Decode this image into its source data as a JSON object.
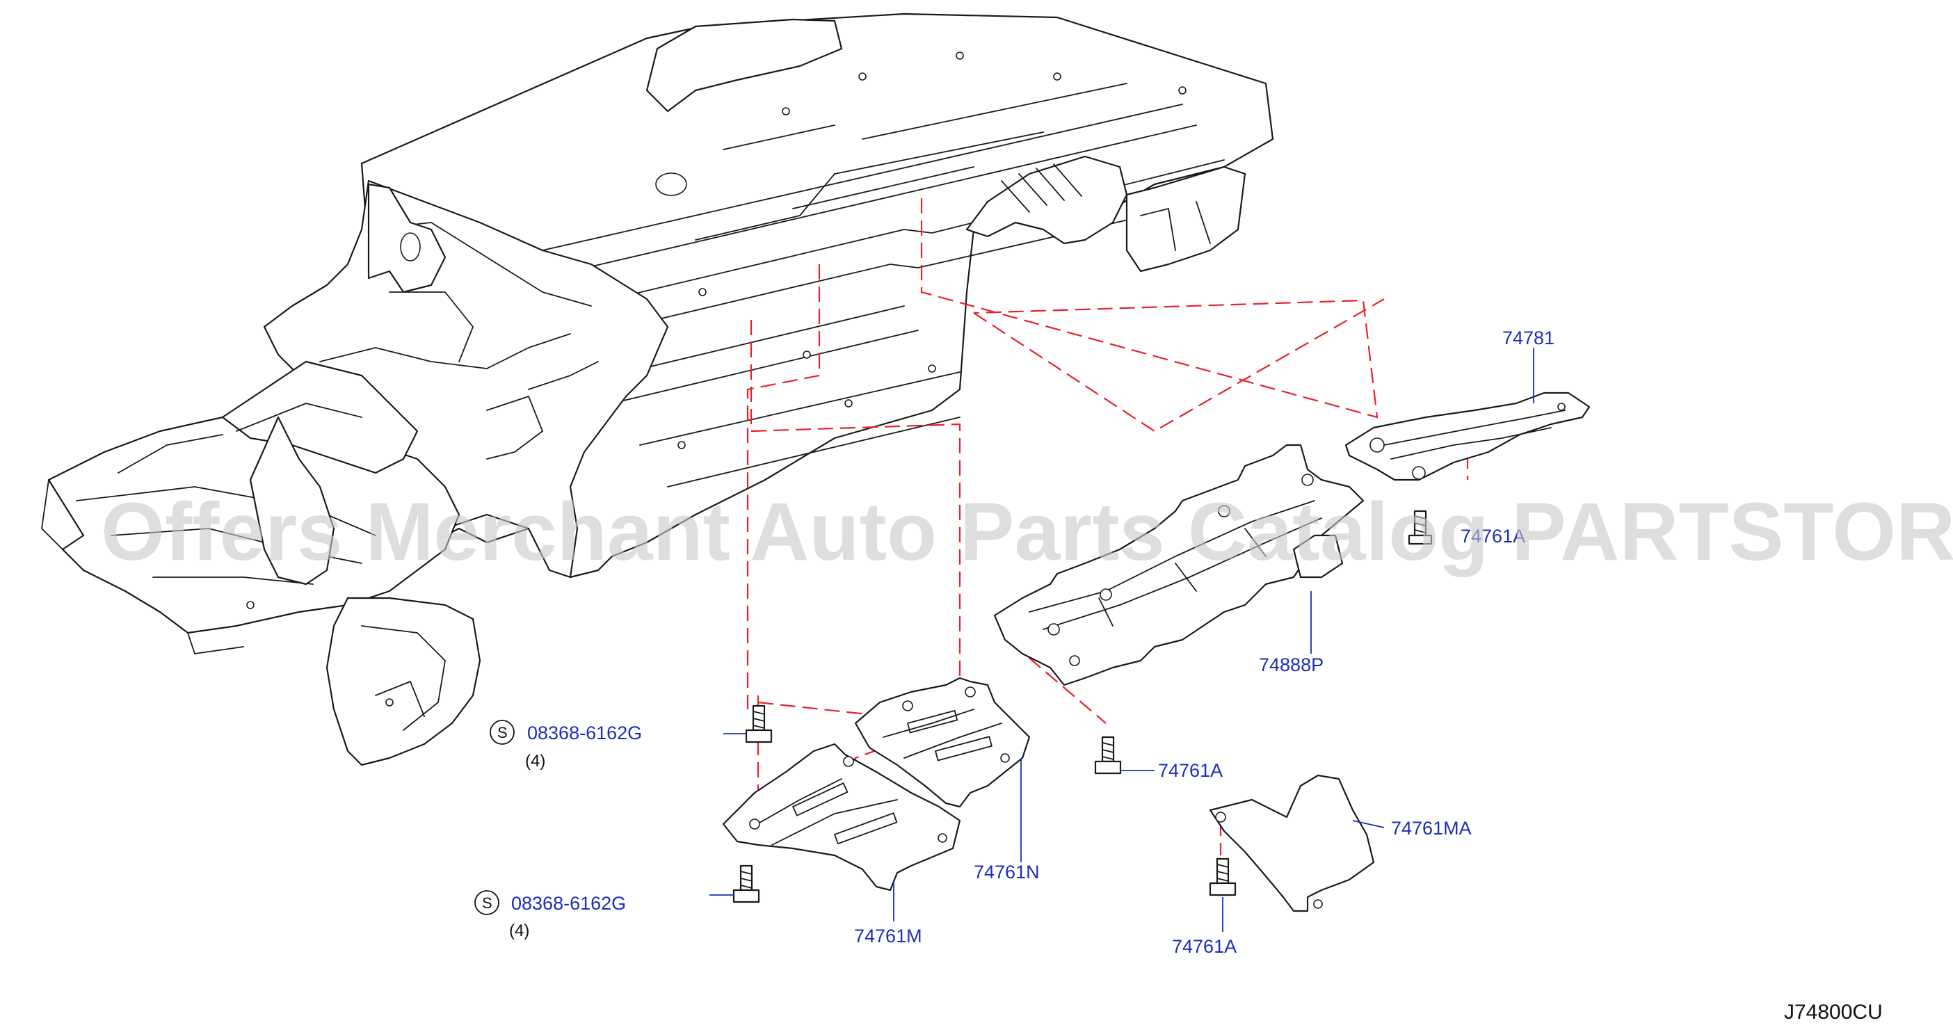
{
  "watermark": "Offers Merchant Auto Parts Catalog PARTSTORE.SA",
  "diagram_code": "J74800CU",
  "parts": {
    "p74781": "74781",
    "p74761a_top": "74761A",
    "p74888p": "74888P",
    "p74761a_mid": "74761A",
    "p74761ma": "74761MA",
    "p74761n": "74761N",
    "p74761m": "74761M",
    "p74761a_bot": "74761A"
  },
  "bolts": {
    "upper": {
      "symbol": "S",
      "number": "08368-6162G",
      "qty": "(4)"
    },
    "lower": {
      "symbol": "S",
      "number": "08368-6162G",
      "qty": "(4)"
    }
  },
  "colors": {
    "label": "#1c2fb8",
    "dashed_line": "#e8212b",
    "outline": "#1a1a1a"
  }
}
